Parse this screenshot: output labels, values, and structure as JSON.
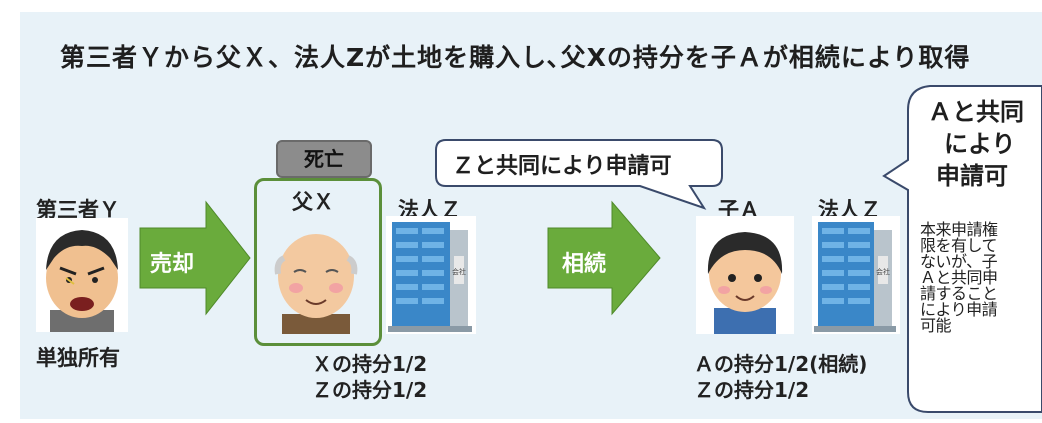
{
  "title": "第三者Ｙから父Ｘ、法人Zが土地を購入し､父Xの持分を子Ａが相続により取得",
  "third_party": {
    "label": "第三者Ｙ",
    "caption": "単独所有"
  },
  "arrow_sale": {
    "label": "売却"
  },
  "father": {
    "label": "父Ｘ",
    "status_tag": "死亡"
  },
  "corp_left": {
    "label": "法人Ｚ",
    "building_sign": "会社"
  },
  "shares_before": {
    "line1": "Ｘの持分1/2",
    "line2": "Ｚの持分1/2"
  },
  "arrow_inherit": {
    "label": "相続"
  },
  "child": {
    "label": "子Ａ"
  },
  "corp_right": {
    "label": "法人Ｚ",
    "building_sign": "会社"
  },
  "shares_after": {
    "line1": "Ａの持分1/2(相続)",
    "line2": "Ｚの持分1/2"
  },
  "bubble_center": {
    "text": "Ｚと共同により申請可"
  },
  "bubble_right": {
    "heading_line1": "Ａと共同",
    "heading_line2": "により",
    "heading_line3": "申請可",
    "note_lines": [
      "本来申請権",
      "限を有して",
      "ないが、子",
      "Ａと共同申",
      "請すること",
      "により申請",
      "可能"
    ]
  },
  "colors": {
    "panel_bg": "#e8f2f8",
    "arrow_green": "#6aab3c",
    "frame_green": "#5b8f3a",
    "tag_gray": "#8c8c8c"
  }
}
